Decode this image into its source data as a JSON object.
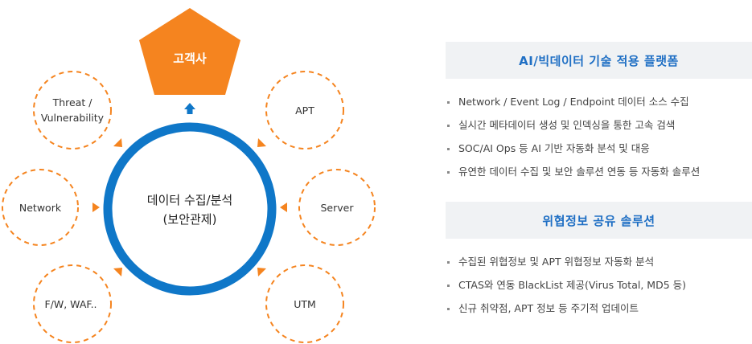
{
  "diagram": {
    "center": {
      "line1": "데이터 수집/분석",
      "line2": "(보안관제)"
    },
    "customer": "고객사",
    "sources": {
      "threat_line1": "Threat /",
      "threat_line2": "Vulnerability",
      "network": "Network",
      "fw": "F/W, WAF..",
      "apt": "APT",
      "server": "Server",
      "utm": "UTM"
    },
    "colors": {
      "orange": "#f5841f",
      "blue": "#0f77c8"
    }
  },
  "panels": [
    {
      "title": "AI/빅데이터 기술 적용 플랫폼",
      "items": [
        "Network / Event Log / Endpoint 데이터 소스 수집",
        "실시간 메타데이터 생성 및 인덱싱을 통한 고속 검색",
        "SOC/AI Ops 등 AI 기반 자동화 분석 및 대응",
        "유연한 데이터 수집 및 보안 솔루션 연동 등 자동화 솔루션"
      ]
    },
    {
      "title": "위협정보 공유 솔루션",
      "items": [
        "수집된 위협정보 및 APT 위협정보 자동화 분석",
        "CTAS와 연동 BlackList 제공(Virus Total, MD5 등)",
        "신규 취약점, APT 정보 등 주기적 업데이트"
      ]
    }
  ]
}
